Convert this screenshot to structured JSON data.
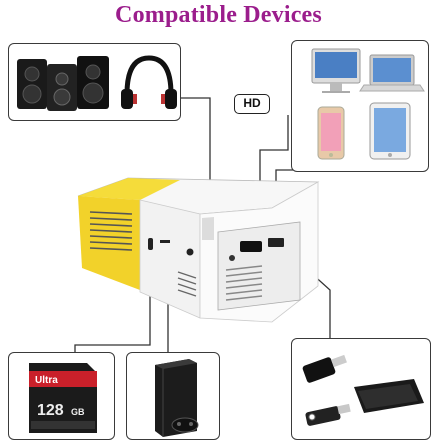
{
  "header": {
    "title": "Compatible Devices"
  },
  "badges": {
    "hd": "HD"
  },
  "sd_card": {
    "brand": "Ultra",
    "capacity": "128",
    "unit": "GB"
  },
  "colors": {
    "title": "#9b1d8c",
    "projector_yellow": "#f2d22a",
    "projector_white": "#f4f4f4",
    "line": "#3a3a3a"
  }
}
